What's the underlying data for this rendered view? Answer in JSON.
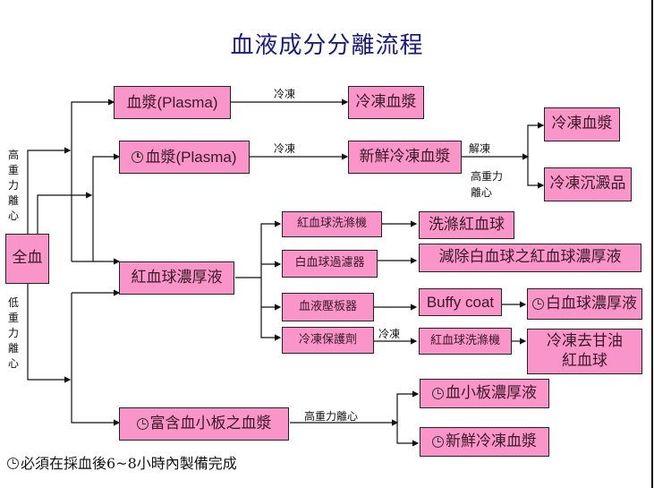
{
  "title": "血液成分分離流程",
  "colors": {
    "box_fill": "#f995c8",
    "title": "#1a1a80"
  },
  "nodes": {
    "whole_blood": "全血",
    "plasma": "血漿(Plasma)",
    "plasma_timed": "血漿(Plasma)",
    "frozen_plasma": "冷凍血漿",
    "fresh_frozen_plasma": "新鮮冷凍血漿",
    "frozen_plasma_2": "冷凍血漿",
    "cryoprecipitate": "冷凍沉澱品",
    "packed_rbc": "紅血球濃厚液",
    "rbc_washer": "紅血球洗滌機",
    "washed_rbc": "洗滌紅血球",
    "leuko_filter": "白血球過濾器",
    "leuko_reduced_rbc": "減除白血球之紅血球濃厚液",
    "plasma_extractor": "血液壓板器",
    "buffy_coat": "Buffy coat",
    "wbc_concentrate": "白血球濃厚液",
    "cryoprotectant": "冷凍保護劑",
    "rbc_washer_2": "紅血球洗滌機",
    "frozen_deglycerolized_rbc_1": "冷凍去甘油",
    "frozen_deglycerolized_rbc_2": "紅血球",
    "prp": "富含血小板之血漿",
    "platelet_concentrate": "血小板濃厚液",
    "fresh_frozen_plasma_2": "新鮮冷凍血漿"
  },
  "edge_labels": {
    "freeze_1": "冷凍",
    "freeze_2": "冷凍",
    "thaw": "解凍",
    "high_g_1": "高重力",
    "high_g_2": "離心",
    "freeze_3": "冷凍",
    "high_g_spin": "高重力離心"
  },
  "side_labels": {
    "high_g": [
      "高",
      "重",
      "力",
      "離",
      "心"
    ],
    "low_g": [
      "低",
      "重",
      "力",
      "離",
      "心"
    ]
  },
  "footnote": "必須在採血後6~8小時內製備完成",
  "legend_icon": "clock-icon"
}
